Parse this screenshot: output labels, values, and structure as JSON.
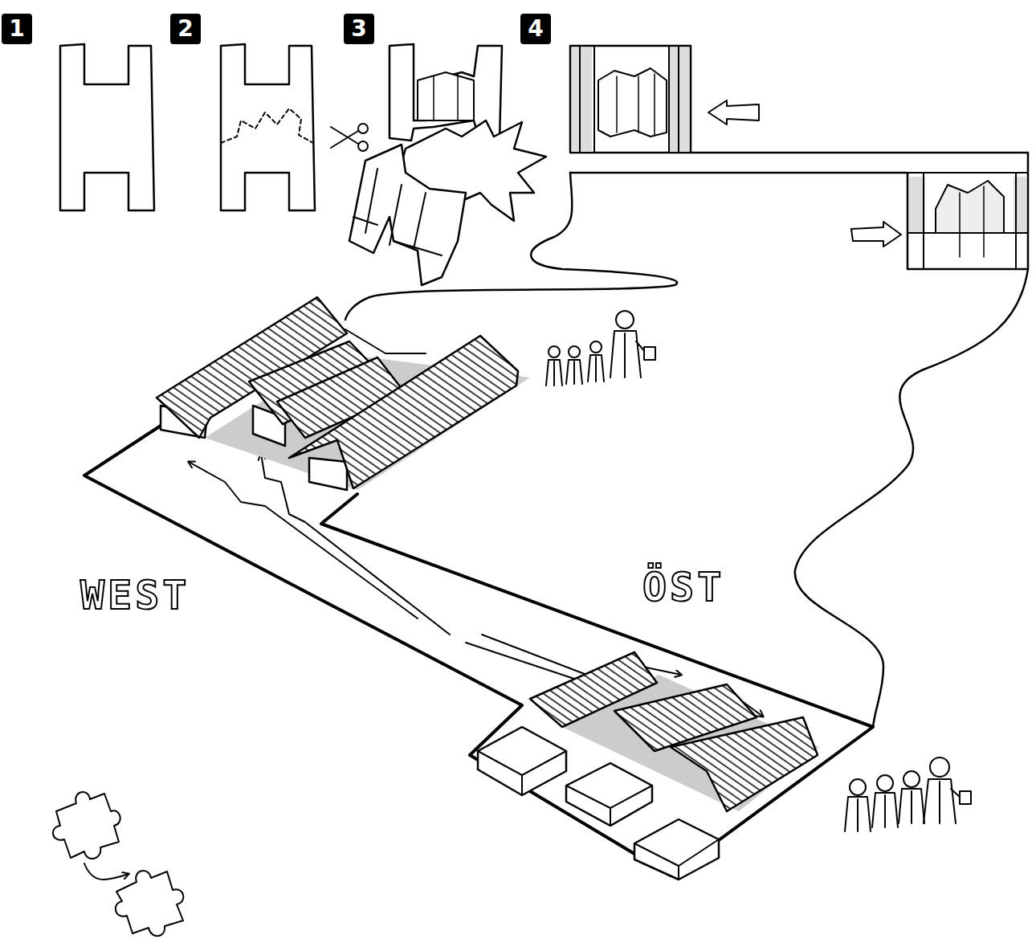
{
  "diagram": {
    "labels": [
      "1",
      "2",
      "3",
      "4",
      "WEST",
      "ÖST"
    ]
  }
}
